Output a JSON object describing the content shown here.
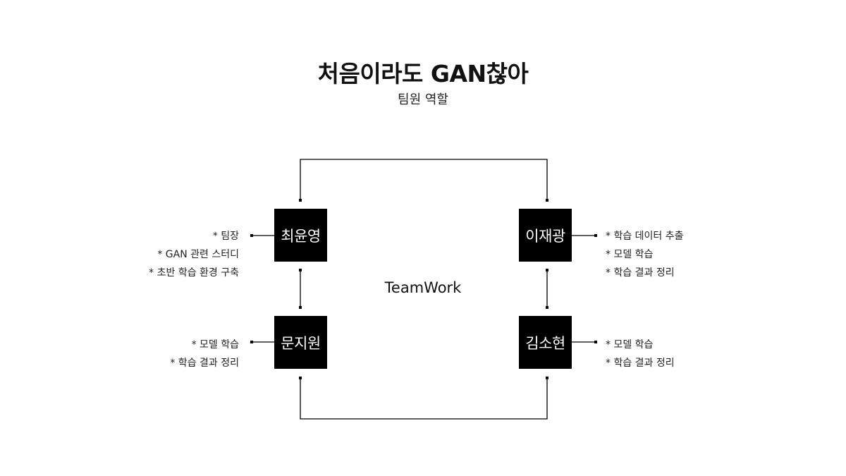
{
  "header": {
    "title": "처음이라도 GAN찮아",
    "subtitle": "팀원 역할"
  },
  "center": {
    "label": "TeamWork"
  },
  "members": {
    "top_left": {
      "name": "최윤영",
      "roles": [
        "* 팀장",
        "* GAN 관련 스터디",
        "* 초반 학습 환경 구축"
      ]
    },
    "top_right": {
      "name": "이재광",
      "roles": [
        "* 학습 데이터 추출",
        "* 모델 학습",
        "* 학습 결과 정리"
      ]
    },
    "bottom_left": {
      "name": "문지원",
      "roles": [
        "* 모델 학습",
        "* 학습 결과 정리"
      ]
    },
    "bottom_right": {
      "name": "김소현",
      "roles": [
        "* 모델 학습",
        "* 학습 결과 정리"
      ]
    }
  },
  "colors": {
    "box": "#000000",
    "box_text": "#ffffff",
    "line": "#000000"
  }
}
